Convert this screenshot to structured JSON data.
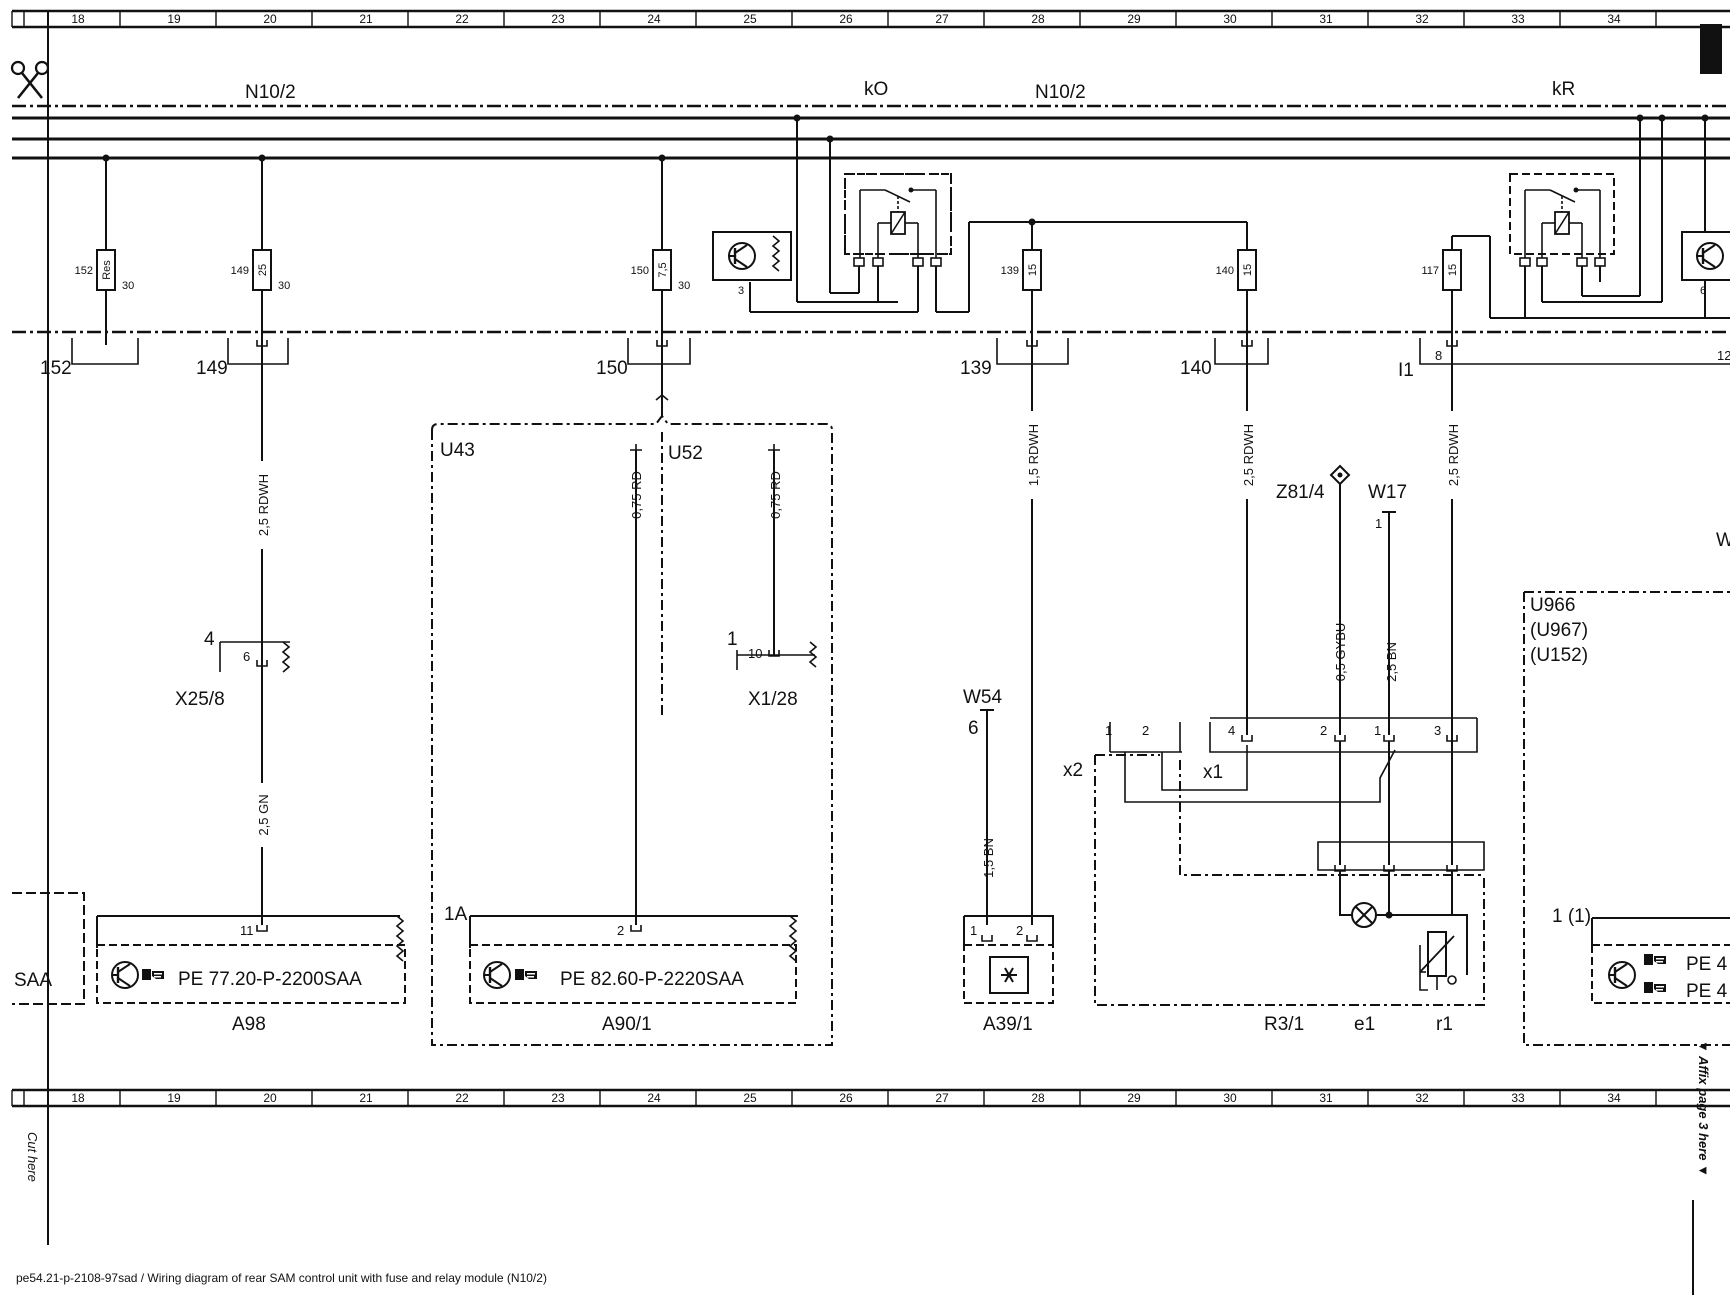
{
  "columns": [
    "18",
    "19",
    "20",
    "21",
    "22",
    "23",
    "24",
    "25",
    "26",
    "27",
    "28",
    "29",
    "30",
    "31",
    "32",
    "33",
    "34"
  ],
  "module_labels": {
    "left": "N10/2",
    "right": "N10/2",
    "relay_left": "kO",
    "relay_right": "kR"
  },
  "fuses": [
    {
      "number": "152",
      "rating": "Res",
      "terminal": "30"
    },
    {
      "number": "149",
      "rating": "25",
      "terminal": "30"
    },
    {
      "number": "150",
      "rating": "7,5",
      "terminal": "30"
    },
    {
      "number": "139",
      "rating": "15",
      "terminal": ""
    },
    {
      "number": "140",
      "rating": "15",
      "terminal": ""
    },
    {
      "number": "117",
      "rating": "15",
      "terminal": ""
    }
  ],
  "relay_pins": {
    "left": "3",
    "right": "6"
  },
  "connectors": {
    "c152": "152",
    "c149": "149",
    "c150": "150",
    "c139": "139",
    "c140": "140",
    "i1": "I1",
    "i1_pin": "8",
    "cut": "12"
  },
  "wires": {
    "w149": "2,5 RDWH",
    "w149b": "2,5 GN",
    "u43_wire": "0,75 RD",
    "u52_wire": "0,75 RD",
    "w139": "1,5 RDWH",
    "w54_wire": "1,5 BN",
    "w140": "2,5 RDWH",
    "z81_wire": "0,5 GYBU",
    "w17_wire": "2,5 BN",
    "w117": "2,5 RDWH"
  },
  "variants": {
    "u43": "U43",
    "u52": "U52",
    "u966": "U966",
    "u967": "(U967)",
    "u152": "(U152)"
  },
  "x25": {
    "name": "X25/8",
    "pin_out": "4",
    "pin": "6"
  },
  "x1_28": {
    "name": "X1/28",
    "pin_out": "1",
    "pin": "10"
  },
  "w54": {
    "name": "W54",
    "pin": "6"
  },
  "z81": "Z81/4",
  "w17": {
    "name": "W17",
    "pin": "1"
  },
  "r3_1": {
    "x1_label": "x1",
    "x2_label": "x2",
    "x2_pins": [
      "1",
      "2"
    ],
    "x1_pins": [
      "4",
      "2",
      "1",
      "3"
    ],
    "name": "R3/1",
    "e1": "e1",
    "r1": "r1"
  },
  "components": {
    "saa": "SAA",
    "a98_pin": "11",
    "a98_ref": "PE 77.20-P-2200SAA",
    "a98": "A98",
    "a90_tag": "1A",
    "a90_pin": "2",
    "a90_ref": "PE 82.60-P-2220SAA",
    "a90": "A90/1",
    "a39_pins": [
      "1",
      "2"
    ],
    "a39": "A39/1",
    "u966_pin": "1 (1)",
    "u966_ref1": "PE 4",
    "u966_ref2": "PE 4",
    "edge_w": "W"
  },
  "margin": {
    "cut_here": "Cut here",
    "affix": "▼ Affix page 3 here ▼"
  },
  "footer": "pe54.21-p-2108-97sad / Wiring diagram of rear SAM control unit with fuse and relay module (N10/2)"
}
